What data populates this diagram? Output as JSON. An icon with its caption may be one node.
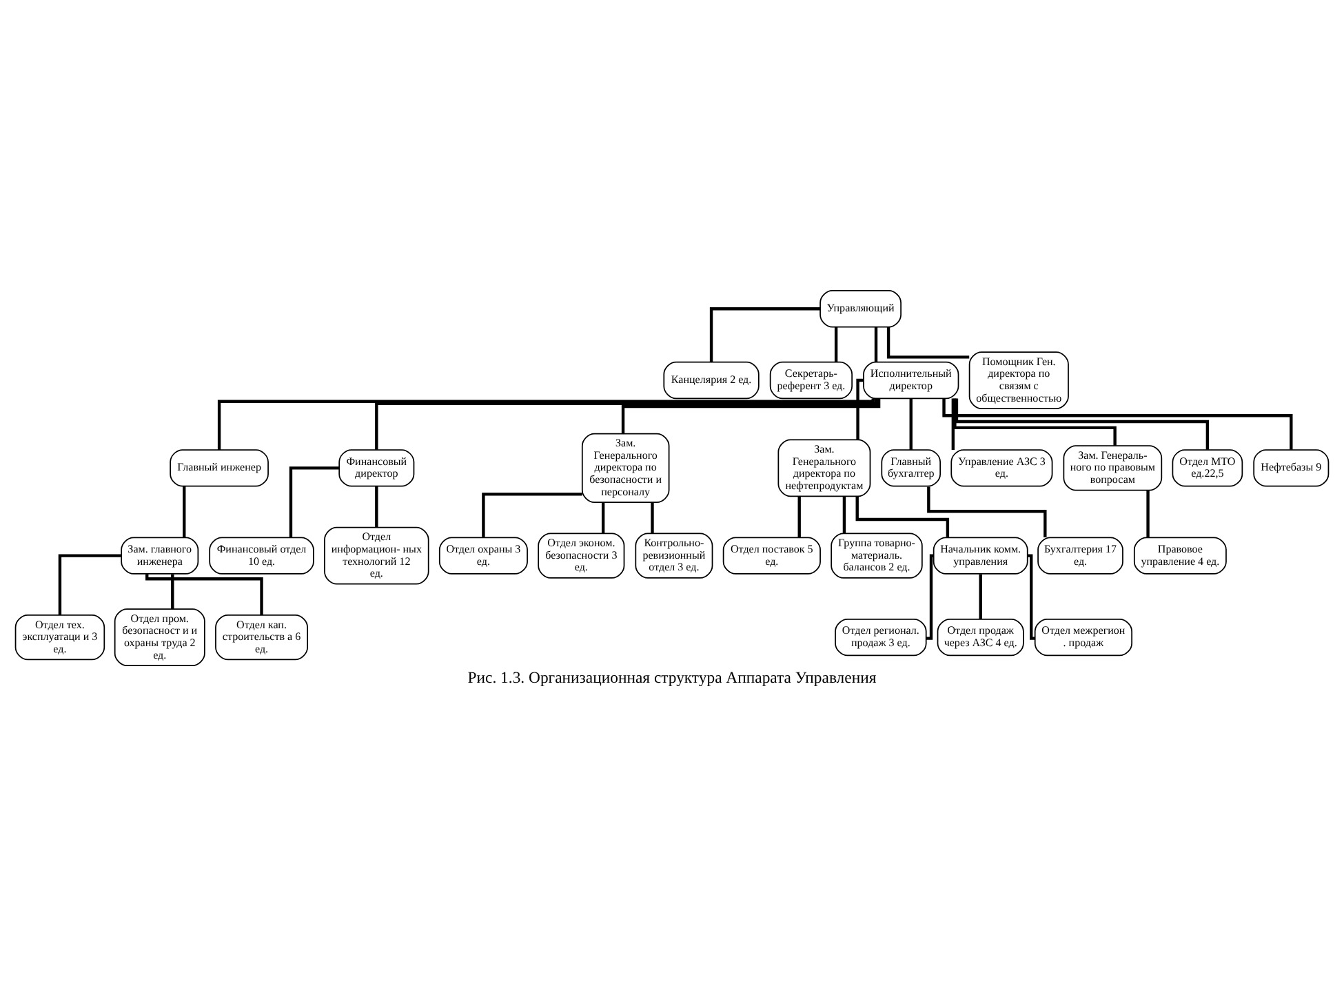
{
  "diagram": {
    "caption": "Рис. 1.3. Организационная структура Аппарата Управления",
    "nodes": [
      {
        "text": [
          "Управляющий"
        ]
      },
      {
        "text": [
          "Канцелярия 2 ед."
        ]
      },
      {
        "text": [
          "Секретарь- референт 3 ед."
        ]
      },
      {
        "text": [
          "Исполнительный директор"
        ]
      },
      {
        "text": [
          "Помощник Ген. директора по связям с общественностью"
        ]
      },
      {
        "text": [
          "Главный инженер"
        ]
      },
      {
        "text": [
          "Финансовый директор"
        ]
      },
      {
        "text": [
          "Зам. Генерального директора по безопасности и персоналу"
        ]
      },
      {
        "text": [
          "Зам. Генерального директора по нефтепродуктам"
        ]
      },
      {
        "text": [
          "Главный бухгалтер"
        ]
      },
      {
        "text": [
          "Управление АЗС 3 ед."
        ]
      },
      {
        "text": [
          "Зам. Генераль- ного по правовым вопросам"
        ]
      },
      {
        "text": [
          "Отдел МТО ед.22,5"
        ]
      },
      {
        "text": [
          "Зам. главного инженера"
        ]
      },
      {
        "text": [
          "Отдел тех. эксплуатаци и 3 ед."
        ]
      },
      {
        "text": [
          "Отдел пром. безопасност и и охраны труда 2 ед."
        ]
      },
      {
        "text": [
          "Отдел кап. строительств а 6 ед."
        ]
      },
      {
        "text": [
          "Финансовый отдел 10 ед."
        ]
      },
      {
        "text": [
          "Отдел информацион- ных технологий 12 ед."
        ]
      },
      {
        "text": [
          "Отдел охраны 3 ед."
        ]
      },
      {
        "text": [
          "Отдел эконом. безопасности 3 ед."
        ]
      },
      {
        "text": [
          "Контрольно- ревизионный отдел 3 ед."
        ]
      },
      {
        "text": [
          "Отдел поставок 5 ед."
        ]
      },
      {
        "text": [
          "Группа товарно- материаль. балансов 2 ед."
        ]
      },
      {
        "text": [
          "Начальник комм. управления"
        ]
      },
      {
        "text": [
          "Отдел регионал. продаж 3 ед."
        ]
      },
      {
        "text": [
          "Отдел продаж через АЗС 4 ед."
        ]
      },
      {
        "text": [
          "Отдел межрегион . продаж"
        ]
      },
      {
        "text": [
          "Бухгалтерия 17 ед."
        ]
      },
      {
        "text": [
          "Правовое управление 4 ед."
        ]
      },
      {
        "text": [
          "Нефтебазы 9"
        ]
      }
    ],
    "edges": [
      {
        "from": 0,
        "to": 1,
        "arrow": "none"
      },
      {
        "from": 0,
        "to": 2,
        "arrow": "none"
      },
      {
        "from": 0,
        "to": 3,
        "arrow": "none"
      },
      {
        "from": 0,
        "to": 4,
        "arrow": "none"
      },
      {
        "from": 3,
        "to": 5,
        "arrow": "none"
      },
      {
        "from": 3,
        "to": 6,
        "arrow": "none"
      },
      {
        "from": 3,
        "to": 7,
        "arrow": "none"
      },
      {
        "from": 3,
        "to": 8,
        "arrow": "none"
      },
      {
        "from": 3,
        "to": 9,
        "arrow": "none"
      },
      {
        "from": 3,
        "to": 10,
        "arrow": "none"
      },
      {
        "from": 3,
        "to": 11,
        "arrow": "none"
      },
      {
        "from": 3,
        "to": 12,
        "arrow": "none"
      },
      {
        "from": 3,
        "to": 30,
        "arrow": "none"
      },
      {
        "from": 5,
        "to": 13,
        "arrow": "none"
      },
      {
        "from": 13,
        "to": 14,
        "arrow": "none"
      },
      {
        "from": 13,
        "to": 15,
        "arrow": "none"
      },
      {
        "from": 13,
        "to": 16,
        "arrow": "none"
      },
      {
        "from": 6,
        "to": 17,
        "arrow": "none"
      },
      {
        "from": 6,
        "to": 18,
        "arrow": "none"
      },
      {
        "from": 7,
        "to": 19,
        "arrow": "none"
      },
      {
        "from": 7,
        "to": 20,
        "arrow": "none"
      },
      {
        "from": 7,
        "to": 21,
        "arrow": "none"
      },
      {
        "from": 8,
        "to": 22,
        "arrow": "none"
      },
      {
        "from": 8,
        "to": 23,
        "arrow": "none"
      },
      {
        "from": 8,
        "to": 24,
        "arrow": "none"
      },
      {
        "from": 24,
        "to": 25,
        "arrow": "none"
      },
      {
        "from": 24,
        "to": 26,
        "arrow": "none"
      },
      {
        "from": 24,
        "to": 27,
        "arrow": "none"
      },
      {
        "from": 9,
        "to": 28,
        "arrow": "none"
      },
      {
        "from": 11,
        "to": 29,
        "arrow": "none"
      }
    ]
  }
}
